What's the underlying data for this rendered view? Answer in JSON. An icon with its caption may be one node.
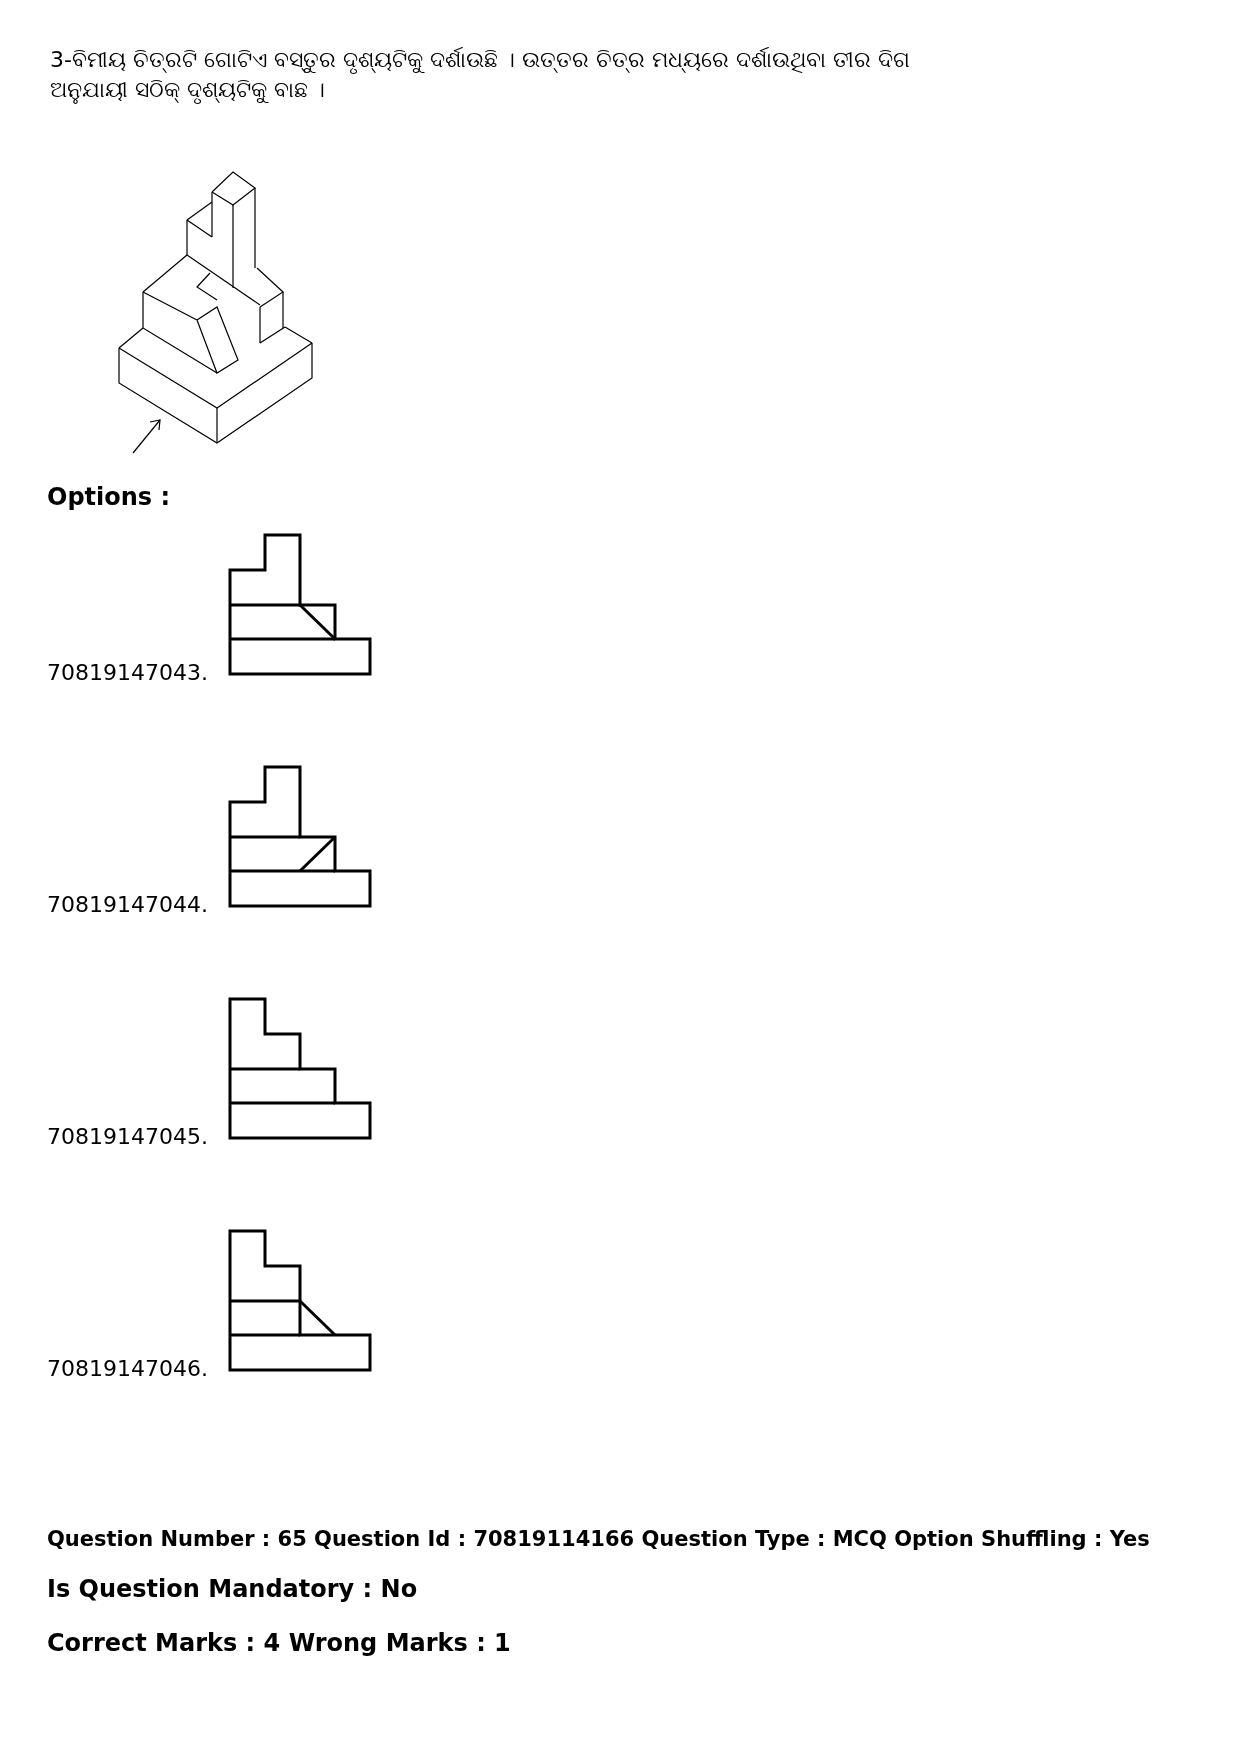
{
  "diagram": {
    "labels": [
      "3-ବିମୀୟ ଚିତ୍ରଟି ଗୋଟିଏ ବସ୍ତୁର ଦୃଶ୍ୟଟିକୁ ଦର୍ଶାଉଛି । ଉତ୍ତର ଚିତ୍ର ମଧ୍ୟରେ ଦର୍ଶାଉଥିବା ତୀର ଦିଗ ଅନୁଯାୟୀ ସଠିକ୍ ଦୃଶ୍ୟଟିକୁ ବାଛ ।",
      "Options :",
      "70819147043.",
      "70819147044.",
      "70819147045.",
      "70819147046.",
      "Question Number : 65 Question Id : 70819114166 Question Type : MCQ Option Shuffling : Yes",
      "Is Question Mandatory : No",
      "Correct Marks : 4 Wrong Marks : 1"
    ]
  }
}
